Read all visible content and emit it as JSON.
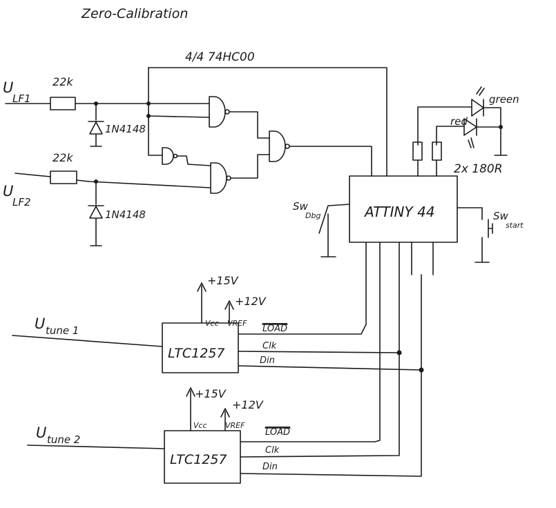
{
  "title": "Zero-Calibration",
  "gates_label": "4/4 74HC00",
  "inputs": {
    "lf1": {
      "main": "U",
      "sub": "LF1",
      "resistor": "22k",
      "diode": "1N4148"
    },
    "lf2": {
      "main": "U",
      "sub": "LF2",
      "resistor": "22k",
      "diode": "1N4148"
    }
  },
  "mcu": {
    "label": "ATTINY 44"
  },
  "leds": {
    "green": "green",
    "red": "red",
    "resistors": "2x 180R"
  },
  "switches": {
    "dbg": {
      "main": "Sw",
      "sub": "Dbg"
    },
    "start": {
      "main": "Sw",
      "sub": "start"
    }
  },
  "dacs": [
    {
      "label": "LTC1257",
      "vcc_pin": "Vcc",
      "vref_pin": "VREF",
      "vcc_supply": "+15V",
      "vref_supply": "+12V",
      "load": "LOAD",
      "clk": "Clk",
      "din": "Din",
      "output": {
        "main": "U",
        "sub": "tune 1"
      }
    },
    {
      "label": "LTC1257",
      "vcc_pin": "Vcc",
      "vref_pin": "VREF",
      "vcc_supply": "+15V",
      "vref_supply": "+12V",
      "load": "LOAD",
      "clk": "Clk",
      "din": "Din",
      "output": {
        "main": "U",
        "sub": "tune 2"
      }
    }
  ]
}
